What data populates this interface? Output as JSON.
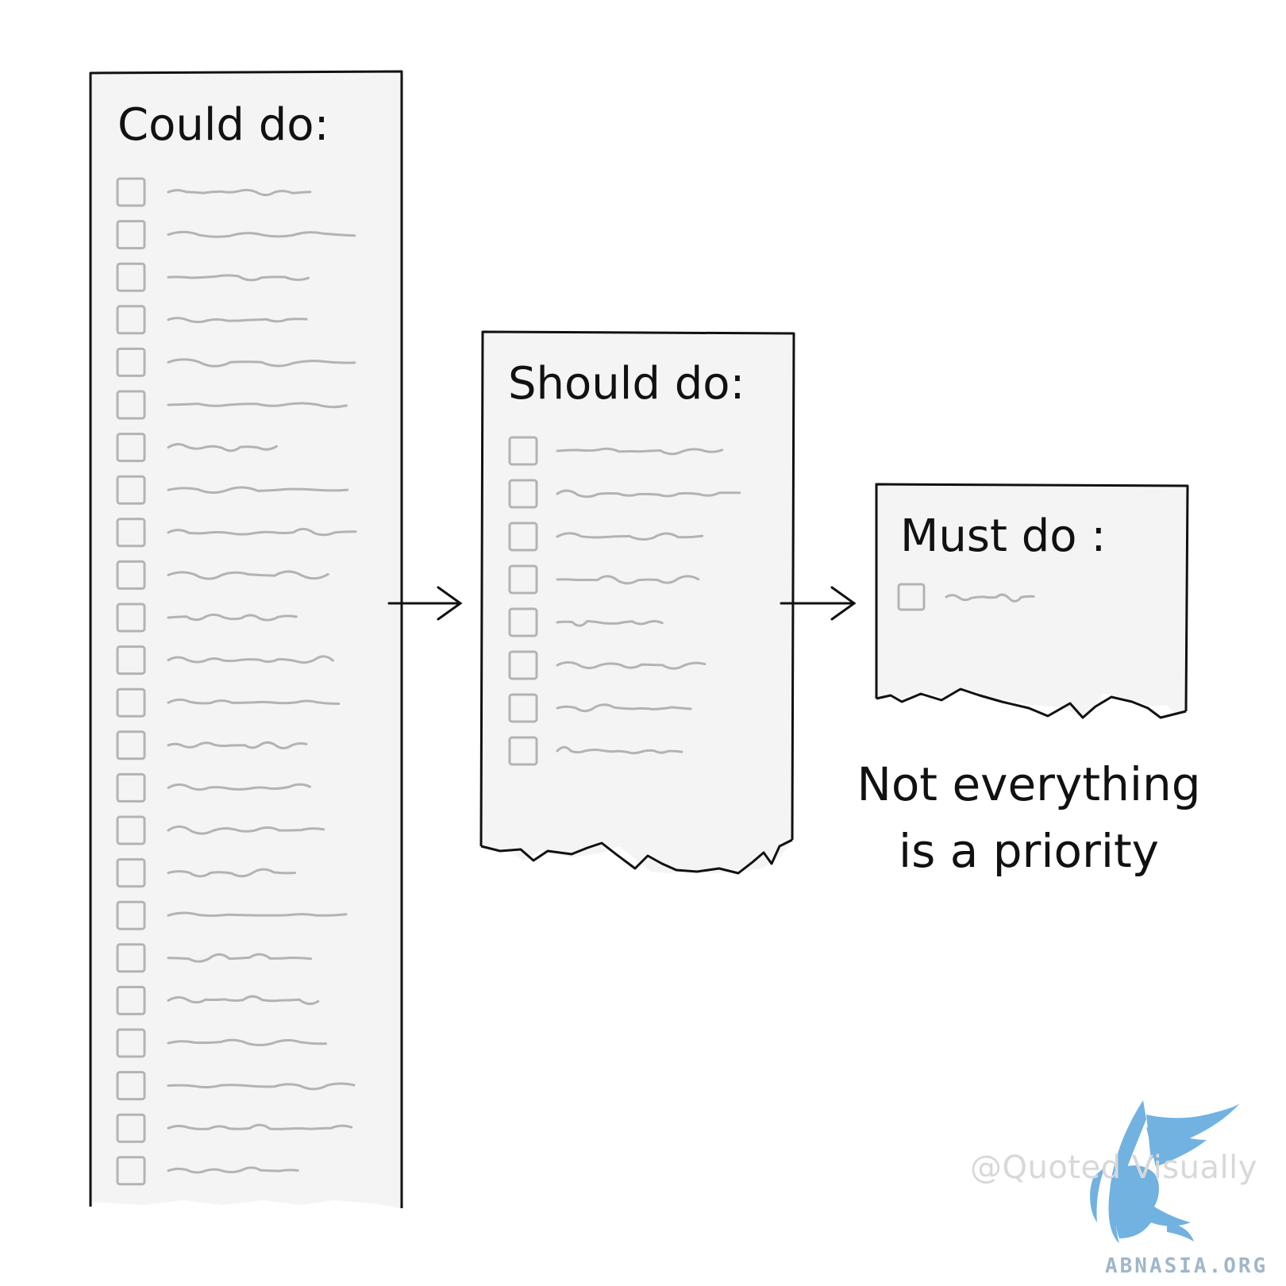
{
  "lists": [
    {
      "id": "could",
      "title": "Could do:",
      "item_count": 24
    },
    {
      "id": "should",
      "title": "Should do:",
      "item_count": 8
    },
    {
      "id": "must",
      "title": "Must do :",
      "item_count": 1
    }
  ],
  "caption": {
    "line1": "Not everything",
    "line2": "is a priority"
  },
  "credit": "@Quoted Visually",
  "watermark": {
    "site": "ABNASIA.ORG",
    "logo": "griffin-logo"
  },
  "colors": {
    "ink": "#111111",
    "paper": "#f5f5f5",
    "scribble": "#b3b3b3",
    "watermark": "#6aaee0"
  }
}
